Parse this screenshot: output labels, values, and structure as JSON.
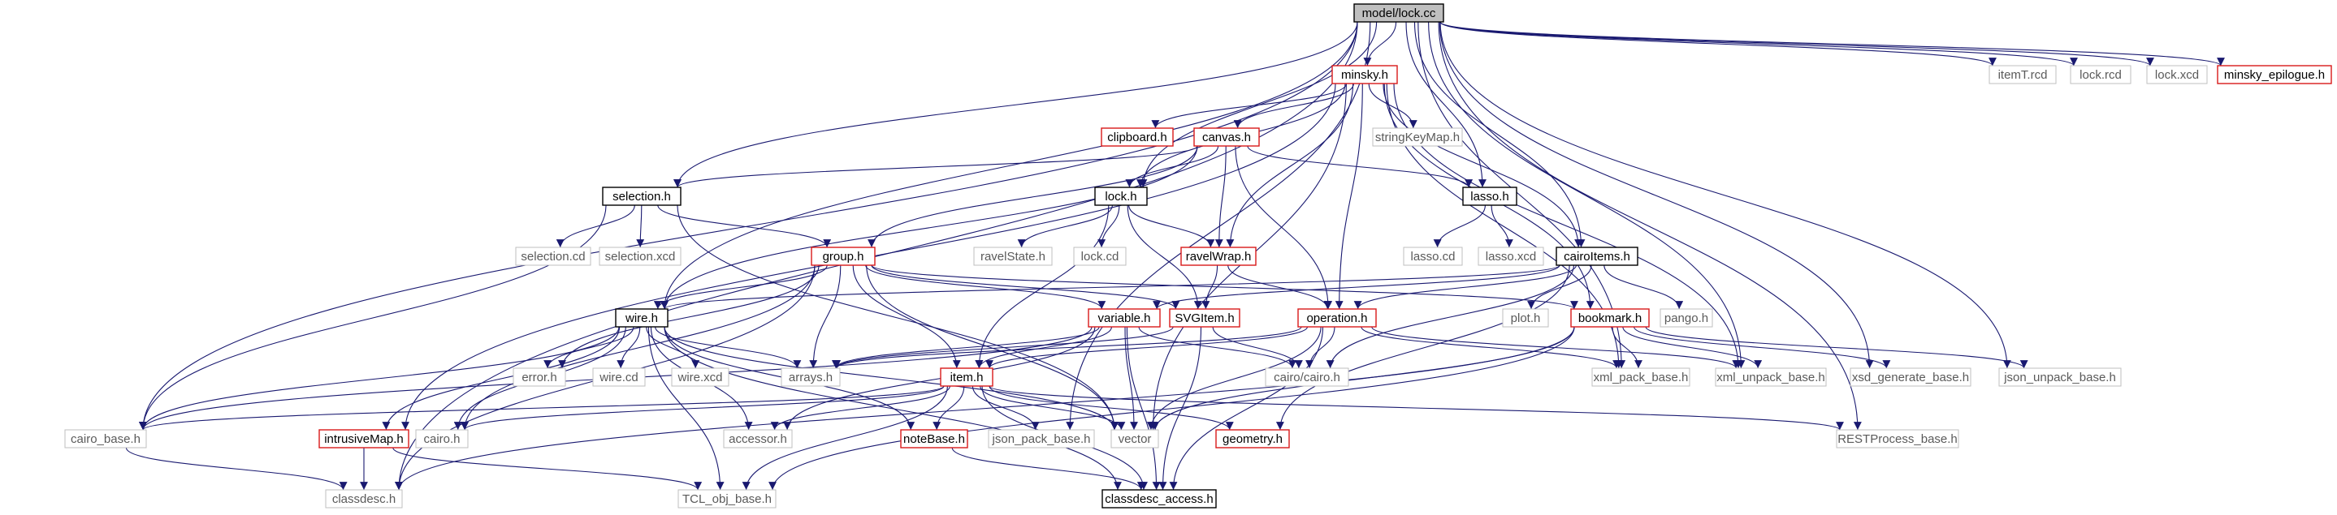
{
  "colors": {
    "edge": "#191970",
    "border_black": "#000000",
    "border_red": "#d91a1a",
    "border_grey": "#bfbfbf",
    "fill_root": "#bfbfbf",
    "text_default": "#000000",
    "text_grey": "#5a5a5a"
  },
  "nodes": [
    {
      "id": "lock_cc",
      "label": "model/lock.cc",
      "kind": "root"
    },
    {
      "id": "minsky_h",
      "label": "minsky.h",
      "kind": "red"
    },
    {
      "id": "itemT_rcd",
      "label": "itemT.rcd",
      "kind": "grey"
    },
    {
      "id": "lock_rcd",
      "label": "lock.rcd",
      "kind": "grey"
    },
    {
      "id": "lock_xcd",
      "label": "lock.xcd",
      "kind": "grey"
    },
    {
      "id": "minsky_epilogue_h",
      "label": "minsky_epilogue.h",
      "kind": "red"
    },
    {
      "id": "clipboard_h",
      "label": "clipboard.h",
      "kind": "red"
    },
    {
      "id": "canvas_h",
      "label": "canvas.h",
      "kind": "red"
    },
    {
      "id": "stringKeyMap_h",
      "label": "stringKeyMap.h",
      "kind": "grey"
    },
    {
      "id": "selection_h",
      "label": "selection.h",
      "kind": "black"
    },
    {
      "id": "lock_h",
      "label": "lock.h",
      "kind": "black"
    },
    {
      "id": "lasso_h",
      "label": "lasso.h",
      "kind": "black"
    },
    {
      "id": "selection_cd",
      "label": "selection.cd",
      "kind": "grey"
    },
    {
      "id": "selection_xcd",
      "label": "selection.xcd",
      "kind": "grey"
    },
    {
      "id": "group_h",
      "label": "group.h",
      "kind": "red"
    },
    {
      "id": "ravelState_h",
      "label": "ravelState.h",
      "kind": "grey"
    },
    {
      "id": "lock_cd",
      "label": "lock.cd",
      "kind": "grey"
    },
    {
      "id": "ravelWrap_h",
      "label": "ravelWrap.h",
      "kind": "red"
    },
    {
      "id": "lasso_cd",
      "label": "lasso.cd",
      "kind": "grey"
    },
    {
      "id": "lasso_xcd",
      "label": "lasso.xcd",
      "kind": "grey"
    },
    {
      "id": "cairoItems_h",
      "label": "cairoItems.h",
      "kind": "black"
    },
    {
      "id": "wire_h",
      "label": "wire.h",
      "kind": "black"
    },
    {
      "id": "variable_h",
      "label": "variable.h",
      "kind": "red"
    },
    {
      "id": "SVGItem_h",
      "label": "SVGItem.h",
      "kind": "red"
    },
    {
      "id": "operation_h",
      "label": "operation.h",
      "kind": "red"
    },
    {
      "id": "plot_h",
      "label": "plot.h",
      "kind": "grey"
    },
    {
      "id": "bookmark_h",
      "label": "bookmark.h",
      "kind": "red"
    },
    {
      "id": "pango_h",
      "label": "pango.h",
      "kind": "grey"
    },
    {
      "id": "error_h",
      "label": "error.h",
      "kind": "grey"
    },
    {
      "id": "wire_cd",
      "label": "wire.cd",
      "kind": "grey"
    },
    {
      "id": "wire_xcd",
      "label": "wire.xcd",
      "kind": "grey"
    },
    {
      "id": "arrays_h",
      "label": "arrays.h",
      "kind": "grey"
    },
    {
      "id": "cairo_cairo_h",
      "label": "cairo/cairo.h",
      "kind": "grey"
    },
    {
      "id": "item_h",
      "label": "item.h",
      "kind": "red"
    },
    {
      "id": "xml_pack_base_h",
      "label": "xml_pack_base.h",
      "kind": "grey"
    },
    {
      "id": "xml_unpack_base_h",
      "label": "xml_unpack_base.h",
      "kind": "grey"
    },
    {
      "id": "xsd_generate_base_h",
      "label": "xsd_generate_base.h",
      "kind": "grey"
    },
    {
      "id": "json_unpack_base_h",
      "label": "json_unpack_base.h",
      "kind": "grey"
    },
    {
      "id": "cairo_base_h",
      "label": "cairo_base.h",
      "kind": "grey"
    },
    {
      "id": "intrusiveMap_h",
      "label": "intrusiveMap.h",
      "kind": "red"
    },
    {
      "id": "cairo_h",
      "label": "cairo.h",
      "kind": "grey"
    },
    {
      "id": "accessor_h",
      "label": "accessor.h",
      "kind": "grey"
    },
    {
      "id": "noteBase_h",
      "label": "noteBase.h",
      "kind": "red"
    },
    {
      "id": "json_pack_base_h",
      "label": "json_pack_base.h",
      "kind": "grey"
    },
    {
      "id": "vector",
      "label": "vector",
      "kind": "grey"
    },
    {
      "id": "geometry_h",
      "label": "geometry.h",
      "kind": "red"
    },
    {
      "id": "RESTProcess_base_h",
      "label": "RESTProcess_base.h",
      "kind": "grey"
    },
    {
      "id": "classdesc_h",
      "label": "classdesc.h",
      "kind": "grey"
    },
    {
      "id": "TCL_obj_base_h",
      "label": "TCL_obj_base.h",
      "kind": "grey"
    },
    {
      "id": "classdesc_access_h",
      "label": "classdesc_access.h",
      "kind": "black"
    }
  ],
  "edges": [
    [
      "lock_cc",
      "minsky_h"
    ],
    [
      "lock_cc",
      "itemT_rcd"
    ],
    [
      "lock_cc",
      "lock_rcd"
    ],
    [
      "lock_cc",
      "lock_xcd"
    ],
    [
      "lock_cc",
      "minsky_epilogue_h"
    ],
    [
      "lock_cc",
      "selection_h"
    ],
    [
      "lock_cc",
      "lock_h"
    ],
    [
      "lock_cc",
      "lasso_h"
    ],
    [
      "lock_cc",
      "cairoItems_h"
    ],
    [
      "lock_cc",
      "wire_h"
    ],
    [
      "lock_cc",
      "cairo_base_h"
    ],
    [
      "lock_cc",
      "classdesc_h"
    ],
    [
      "lock_cc",
      "xml_pack_base_h"
    ],
    [
      "lock_cc",
      "xml_unpack_base_h"
    ],
    [
      "lock_cc",
      "xsd_generate_base_h"
    ],
    [
      "lock_cc",
      "json_unpack_base_h"
    ],
    [
      "lock_cc",
      "RESTProcess_base_h"
    ],
    [
      "lock_cc",
      "json_pack_base_h"
    ],
    [
      "minsky_h",
      "clipboard_h"
    ],
    [
      "minsky_h",
      "canvas_h"
    ],
    [
      "minsky_h",
      "stringKeyMap_h"
    ],
    [
      "minsky_h",
      "lock_h"
    ],
    [
      "minsky_h",
      "ravelWrap_h"
    ],
    [
      "minsky_h",
      "operation_h"
    ],
    [
      "minsky_h",
      "cairoItems_h"
    ],
    [
      "minsky_h",
      "bookmark_h"
    ],
    [
      "minsky_h",
      "xml_pack_base_h"
    ],
    [
      "minsky_h",
      "xml_unpack_base_h"
    ],
    [
      "minsky_h",
      "vector"
    ],
    [
      "minsky_h",
      "intrusiveMap_h"
    ],
    [
      "canvas_h",
      "selection_h"
    ],
    [
      "canvas_h",
      "lock_h"
    ],
    [
      "canvas_h",
      "lasso_h"
    ],
    [
      "canvas_h",
      "group_h"
    ],
    [
      "canvas_h",
      "ravelWrap_h"
    ],
    [
      "canvas_h",
      "operation_h"
    ],
    [
      "canvas_h",
      "wire_h"
    ],
    [
      "selection_h",
      "selection_cd"
    ],
    [
      "selection_h",
      "selection_xcd"
    ],
    [
      "selection_h",
      "group_h"
    ],
    [
      "selection_h",
      "cairo_base_h"
    ],
    [
      "selection_h",
      "vector"
    ],
    [
      "lock_h",
      "ravelState_h"
    ],
    [
      "lock_h",
      "lock_cd"
    ],
    [
      "lock_h",
      "ravelWrap_h"
    ],
    [
      "lock_h",
      "SVGItem_h"
    ],
    [
      "lock_h",
      "item_h"
    ],
    [
      "lasso_h",
      "lasso_cd"
    ],
    [
      "lasso_h",
      "lasso_xcd"
    ],
    [
      "ravelWrap_h",
      "operation_h"
    ],
    [
      "ravelWrap_h",
      "SVGItem_h"
    ],
    [
      "group_h",
      "wire_h"
    ],
    [
      "group_h",
      "variable_h"
    ],
    [
      "group_h",
      "bookmark_h"
    ],
    [
      "group_h",
      "arrays_h"
    ],
    [
      "group_h",
      "item_h"
    ],
    [
      "group_h",
      "vector"
    ],
    [
      "group_h",
      "classdesc_h"
    ],
    [
      "group_h",
      "cairo_h"
    ],
    [
      "group_h",
      "error_h"
    ],
    [
      "group_h",
      "SVGItem_h"
    ],
    [
      "cairoItems_h",
      "variable_h"
    ],
    [
      "cairoItems_h",
      "operation_h"
    ],
    [
      "cairoItems_h",
      "plot_h"
    ],
    [
      "cairoItems_h",
      "pango_h"
    ],
    [
      "cairoItems_h",
      "cairo_cairo_h"
    ],
    [
      "cairoItems_h",
      "geometry_h"
    ],
    [
      "cairoItems_h",
      "wire_h"
    ],
    [
      "wire_h",
      "error_h"
    ],
    [
      "wire_h",
      "wire_cd"
    ],
    [
      "wire_h",
      "wire_xcd"
    ],
    [
      "wire_h",
      "arrays_h"
    ],
    [
      "wire_h",
      "cairo_base_h"
    ],
    [
      "wire_h",
      "intrusiveMap_h"
    ],
    [
      "wire_h",
      "cairo_h"
    ],
    [
      "wire_h",
      "accessor_h"
    ],
    [
      "wire_h",
      "noteBase_h"
    ],
    [
      "wire_h",
      "TCL_obj_base_h"
    ],
    [
      "wire_h",
      "classdesc_access_h"
    ],
    [
      "wire_h",
      "vector"
    ],
    [
      "variable_h",
      "arrays_h"
    ],
    [
      "variable_h",
      "cairo_cairo_h"
    ],
    [
      "variable_h",
      "item_h"
    ],
    [
      "variable_h",
      "vector"
    ],
    [
      "variable_h",
      "classdesc_access_h"
    ],
    [
      "variable_h",
      "accessor_h"
    ],
    [
      "variable_h",
      "cairo_base_h"
    ],
    [
      "SVGItem_h",
      "cairo_cairo_h"
    ],
    [
      "SVGItem_h",
      "arrays_h"
    ],
    [
      "SVGItem_h",
      "classdesc_access_h"
    ],
    [
      "operation_h",
      "arrays_h"
    ],
    [
      "operation_h",
      "cairo_cairo_h"
    ],
    [
      "operation_h",
      "item_h"
    ],
    [
      "operation_h",
      "xml_pack_base_h"
    ],
    [
      "operation_h",
      "xml_unpack_base_h"
    ],
    [
      "operation_h",
      "vector"
    ],
    [
      "operation_h",
      "classdesc_access_h"
    ],
    [
      "bookmark_h",
      "xml_pack_base_h"
    ],
    [
      "bookmark_h",
      "xml_unpack_base_h"
    ],
    [
      "bookmark_h",
      "xsd_generate_base_h"
    ],
    [
      "bookmark_h",
      "json_unpack_base_h"
    ],
    [
      "bookmark_h",
      "vector"
    ],
    [
      "bookmark_h",
      "classdesc_h"
    ],
    [
      "bookmark_h",
      "TCL_obj_base_h"
    ],
    [
      "item_h",
      "cairo_base_h"
    ],
    [
      "item_h",
      "cairo_h"
    ],
    [
      "item_h",
      "accessor_h"
    ],
    [
      "item_h",
      "noteBase_h"
    ],
    [
      "item_h",
      "json_pack_base_h"
    ],
    [
      "item_h",
      "vector"
    ],
    [
      "item_h",
      "geometry_h"
    ],
    [
      "item_h",
      "RESTProcess_base_h"
    ],
    [
      "item_h",
      "TCL_obj_base_h"
    ],
    [
      "item_h",
      "classdesc_access_h"
    ],
    [
      "intrusiveMap_h",
      "classdesc_h"
    ],
    [
      "intrusiveMap_h",
      "TCL_obj_base_h"
    ],
    [
      "noteBase_h",
      "classdesc_access_h"
    ],
    [
      "cairo_base_h",
      "classdesc_h"
    ]
  ]
}
